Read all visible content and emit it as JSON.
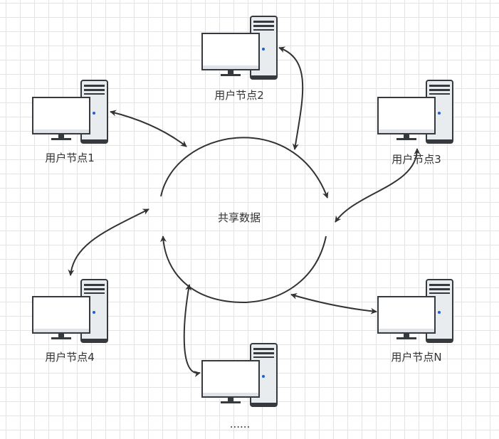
{
  "center": {
    "label": "共享数据"
  },
  "nodes": [
    {
      "id": "node-1",
      "label": "用户节点1"
    },
    {
      "id": "node-2",
      "label": "用户节点2"
    },
    {
      "id": "node-3",
      "label": "用户节点3"
    },
    {
      "id": "node-4",
      "label": "用户节点4"
    },
    {
      "id": "node-more",
      "label": "......"
    },
    {
      "id": "node-n",
      "label": "用户节点N"
    }
  ],
  "colors": {
    "line": "#333333",
    "monitor_frame": "#36393d",
    "monitor_screen": "#ffffff",
    "tower_fill": "#e9ecef",
    "tower_dark": "#36393d",
    "led": "#1f5fd6"
  }
}
